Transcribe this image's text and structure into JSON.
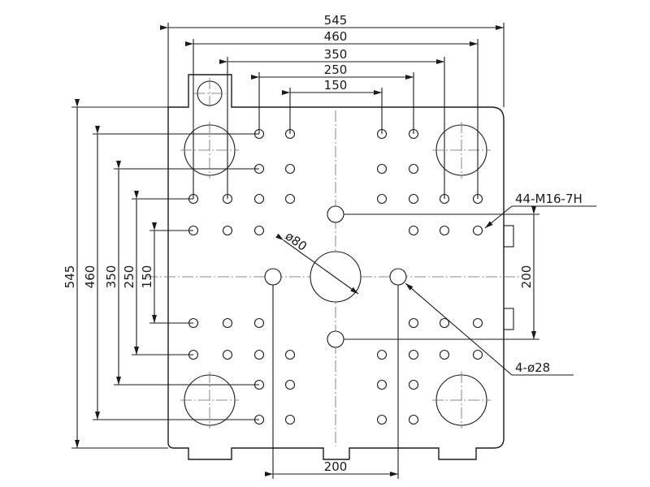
{
  "dimensions": {
    "top": [
      "545",
      "460",
      "350",
      "250",
      "150"
    ],
    "left": [
      "545",
      "460",
      "350",
      "250",
      "150"
    ],
    "right": "200",
    "bottom": "200"
  },
  "callouts": {
    "tapped_holes": "44-M16-7H",
    "tie_bar_holes": "4-ø28",
    "center_hole": "ø80"
  }
}
